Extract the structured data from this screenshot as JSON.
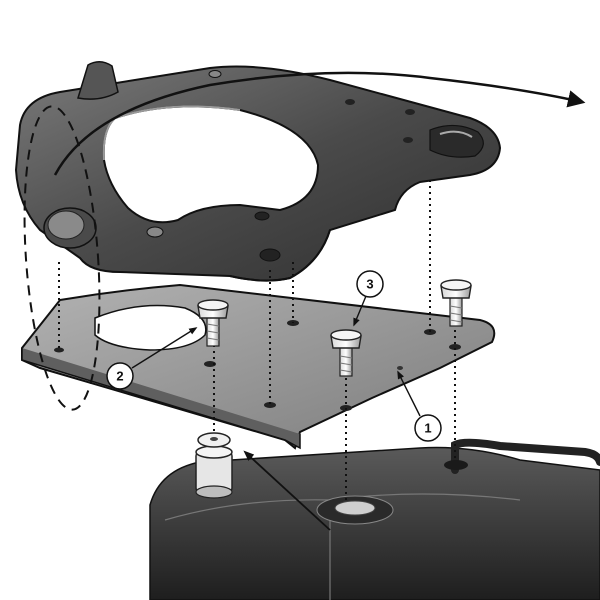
{
  "diagram": {
    "callouts": [
      {
        "id": "part-1",
        "label": "1"
      },
      {
        "id": "part-2",
        "label": "2"
      },
      {
        "id": "part-3",
        "label": "3"
      }
    ],
    "colors": {
      "background": "#ffffff",
      "metal_dark": "#3a3a3a",
      "metal_mid": "#6b6b6b",
      "metal_light": "#9a9a9a",
      "plate": "#8e8e8e",
      "line": "#111111"
    },
    "icons": [
      "rotation-arrow",
      "bolt",
      "spacer",
      "alignment-line",
      "dashed-ellipse"
    ]
  }
}
